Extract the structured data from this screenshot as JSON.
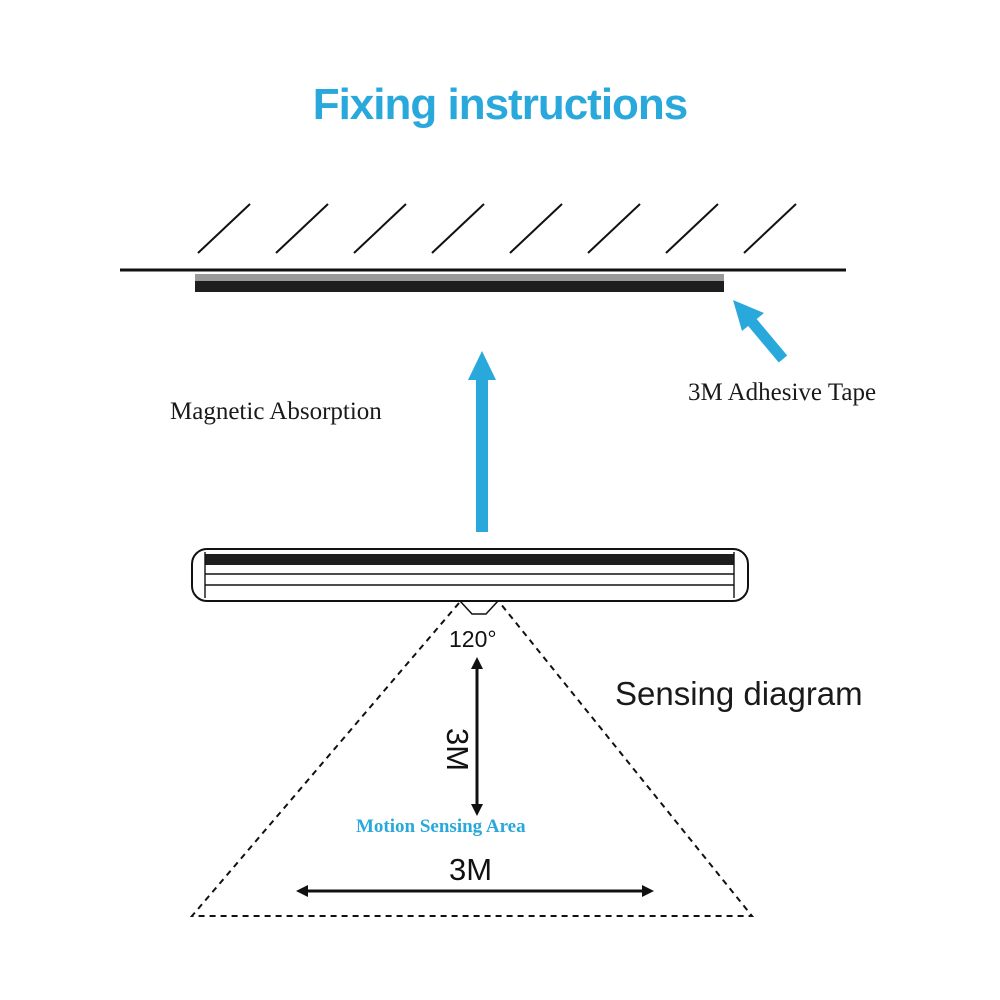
{
  "title": "Fixing instructions",
  "labels": {
    "magnetic": "Magnetic Absorption",
    "adhesive": "3M Adhesive Tape",
    "sensing": "Sensing diagram",
    "motion_area": "Motion Sensing Area",
    "angle": "120°",
    "range_vertical": "3M",
    "range_horizontal": "3M"
  },
  "colors": {
    "accent": "#29a8db",
    "line": "#111111",
    "tape": "#9a9a9a"
  }
}
